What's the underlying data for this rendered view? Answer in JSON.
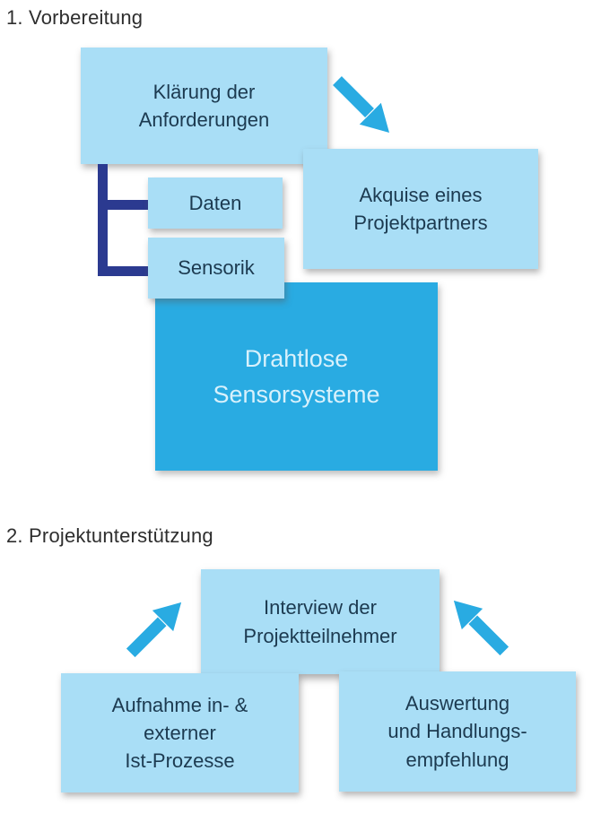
{
  "colors": {
    "light_blue": "#a9def6",
    "bright_blue": "#29abe2",
    "dark_navy": "#2b3a90",
    "box_text": "#1c3a50",
    "heading_text": "#2e2e2e",
    "drahtlose_text": "#d8f1fc",
    "background": "#ffffff"
  },
  "icons": {
    "section1_arrow": "arrow-down-right-icon",
    "section2_left_arrow": "arrow-up-right-icon",
    "section2_right_arrow": "arrow-up-left-icon",
    "connector": "bracket-connector"
  },
  "section1": {
    "heading": "1. Vorbereitung",
    "boxes": {
      "klaerung": {
        "line1": "Klärung der",
        "line2": "Anforderungen"
      },
      "akquise": {
        "line1": "Akquise eines",
        "line2": "Projektpartners"
      },
      "daten": {
        "label": "Daten"
      },
      "sensorik": {
        "label": "Sensorik"
      },
      "drahtlose": {
        "line1": "Drahtlose",
        "line2": "Sensorsysteme"
      }
    }
  },
  "section2": {
    "heading": "2. Projektunterstützung",
    "boxes": {
      "interview": {
        "line1": "Interview der",
        "line2": "Projektteilnehmer"
      },
      "aufnahme": {
        "line1": "Aufnahme in- &",
        "line2": "externer",
        "line3": "Ist-Prozesse"
      },
      "auswertung": {
        "line1": "Auswertung",
        "line2": "und Handlungs-",
        "line3": "empfehlung"
      }
    }
  }
}
